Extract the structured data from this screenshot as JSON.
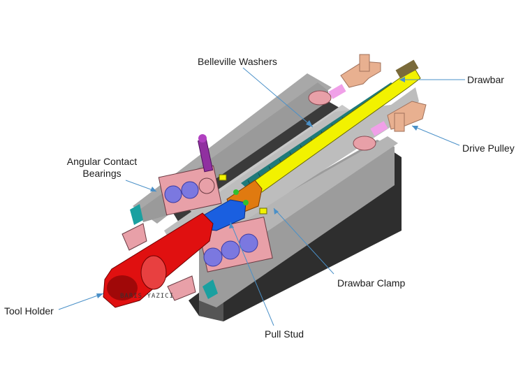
{
  "labels": {
    "belleville_washers": "Belleville Washers",
    "drawbar": "Drawbar",
    "drive_pulley": "Drive Pulley",
    "angular_contact_line1": "Angular Contact",
    "angular_contact_line2": "Bearings",
    "drawbar_clamp": "Drawbar Clamp",
    "tool_holder": "Tool Holder",
    "pull_stud": "Pull Stud"
  },
  "watermark": "BARIS YAZICI",
  "colors": {
    "housing": "#9a9a9a",
    "housing_dark": "#2e2e2e",
    "drawbar": "#f2f200",
    "washers": "#1f7a7a",
    "tool_holder": "#e01010",
    "pull_stud": "#1a5fe0",
    "clamp": "#e07a10",
    "bearing_ball": "#7b78e0",
    "bearing_race": "#e8a0a8",
    "pulley": "#e8b090",
    "end_cap": "#1aa0a0",
    "leader_line": "#4a90c8"
  }
}
